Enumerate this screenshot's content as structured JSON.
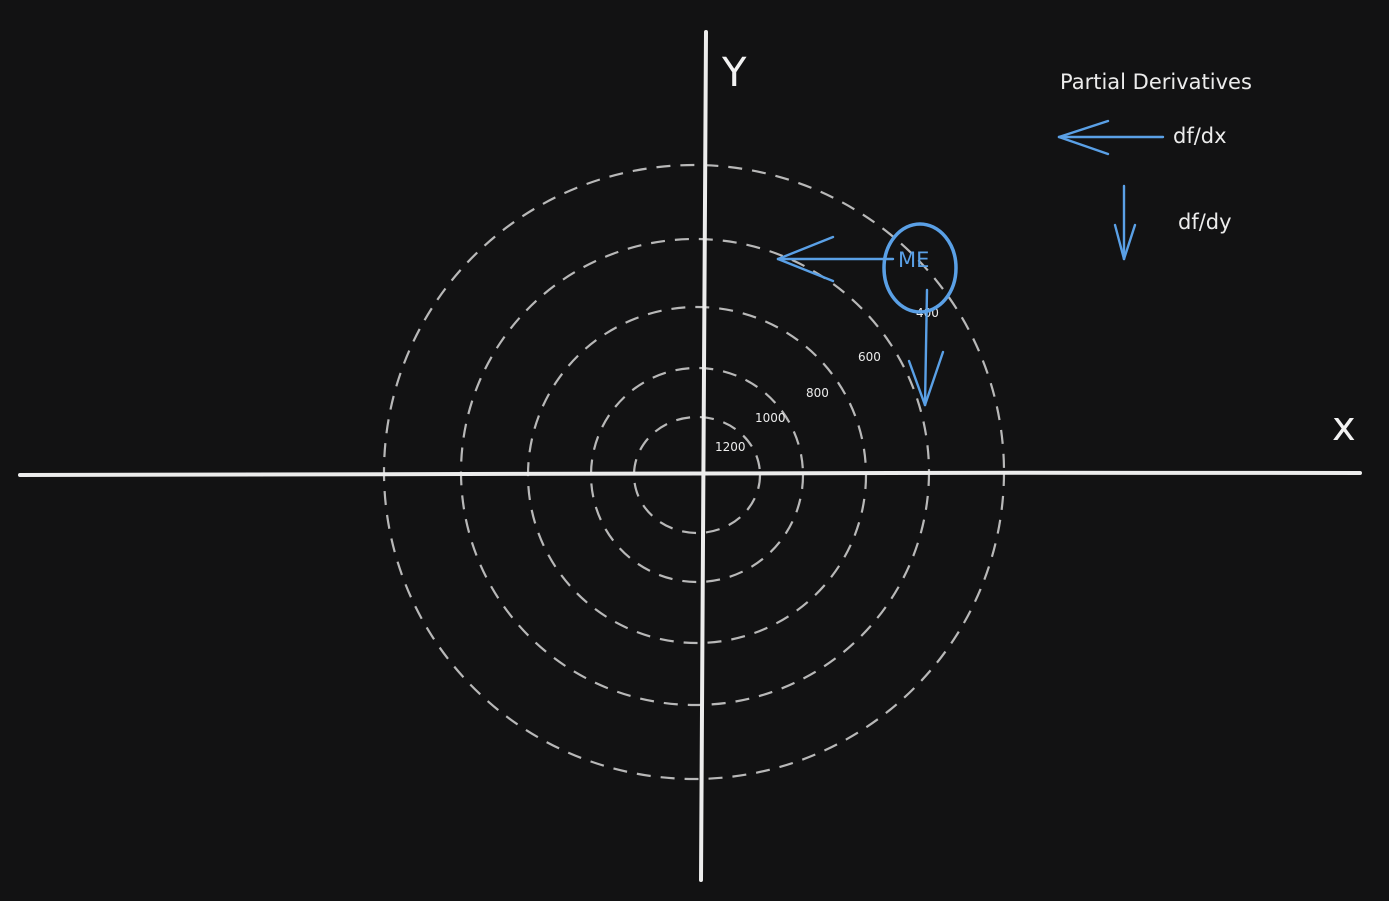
{
  "axes": {
    "x_label": "x",
    "y_label": "Y"
  },
  "contours": {
    "labels": [
      "1200",
      "1000",
      "800",
      "600",
      "400"
    ]
  },
  "marker": {
    "label": "ME"
  },
  "legend": {
    "title": "Partial Derivatives",
    "dfdx_label": "df/dx",
    "dfdy_label": "df/dy"
  },
  "colors": {
    "background": "#121213",
    "axis": "#ececec",
    "contour": "#b8b8b8",
    "accent": "#5aa0e6"
  }
}
